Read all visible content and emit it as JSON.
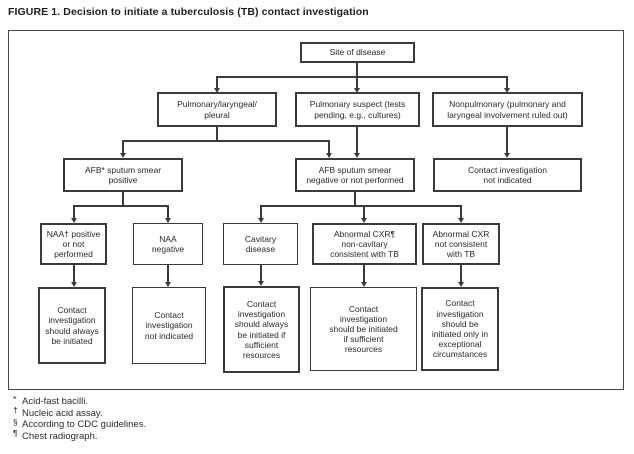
{
  "title": "FIGURE 1. Decision to initiate a tuberculosis (TB) contact investigation",
  "flowchart": {
    "nodes": {
      "site": {
        "lines": [
          "Site of disease"
        ]
      },
      "pulmonary_laryngeal": {
        "lines": [
          "Pulmonary/laryngeal/",
          "pleural"
        ]
      },
      "pulmonary_suspect": {
        "lines": [
          "Pulmonary suspect (tests",
          "pending, e.g., cultures)"
        ]
      },
      "nonpulmonary": {
        "lines": [
          "Nonpulmonary (pulmonary and",
          "laryngeal involvement ruled out)"
        ]
      },
      "afb_positive": {
        "lines": [
          "AFB* sputum smear",
          "positive"
        ]
      },
      "afb_negative": {
        "lines": [
          "AFB sputum smear",
          "negative or not performed"
        ]
      },
      "ci_not_indicated_top": {
        "lines": [
          "Contact investigation",
          "not indicated"
        ]
      },
      "naa_positive": {
        "lines": [
          "NAA† positive",
          "or not",
          "performed"
        ]
      },
      "naa_negative": {
        "lines": [
          "NAA",
          "negative"
        ]
      },
      "cavitary": {
        "lines": [
          "Cavitary",
          "disease"
        ]
      },
      "cxr_noncavitary": {
        "lines": [
          "Abnormal CXR¶",
          "non-cavitary",
          "consistent with TB"
        ]
      },
      "cxr_not_consistent": {
        "lines": [
          "Abnormal CXR",
          "not consistent",
          "with TB"
        ]
      },
      "ci_always": {
        "lines": [
          "Contact",
          "investigation",
          "should always",
          "be initiated"
        ]
      },
      "ci_not_indicated_bottom": {
        "lines": [
          "Contact",
          "investigation",
          "not indicated"
        ]
      },
      "ci_always_if_resources": {
        "lines": [
          "Contact",
          "investigation",
          "should always",
          "be initiated if",
          "sufficient",
          "resources"
        ]
      },
      "ci_if_resources": {
        "lines": [
          "Contact",
          "investigation",
          "should be initiated",
          "if sufficient",
          "resources"
        ]
      },
      "ci_exceptional": {
        "lines": [
          "Contact",
          "investigation",
          "should be",
          "initiated only in",
          "exceptional",
          "circumstances"
        ]
      }
    }
  },
  "footnotes": [
    {
      "marker": "*",
      "text": "Acid-fast bacilli."
    },
    {
      "marker": "†",
      "text": "Nucleic acid assay."
    },
    {
      "marker": "§",
      "text": "According to CDC guidelines."
    },
    {
      "marker": "¶",
      "text": "Chest radiograph."
    }
  ],
  "colors": {
    "ink": "#2b2a29",
    "background": "#ffffff"
  }
}
